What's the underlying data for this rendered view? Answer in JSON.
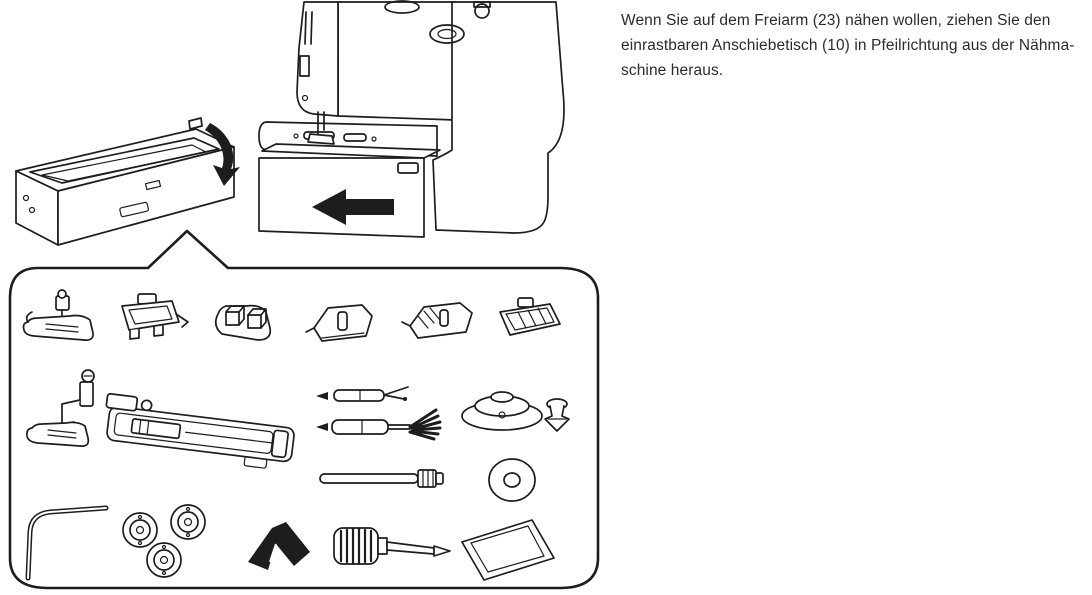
{
  "colors": {
    "background": "#ffffff",
    "line_art": "#1d1d1d",
    "text": "#2b2b2b"
  },
  "instruction": {
    "full_text": "Wenn Sie auf dem Freiarm (23) nähen wollen, ziehen Sie den einrastbaren Anschiebetisch (10) in Pfeilrichtung aus der Nähmaschine heraus.",
    "lines": [
      "Wenn Sie auf dem Freiarm (23) nähen wollen, ziehen Sie den",
      "einrastbaren Anschiebetisch (10) in Pfeilrichtung aus der Nähma-",
      "schine heraus."
    ]
  },
  "illustration": {
    "subject": "sewing-machine-with-removable-extension-table",
    "callout": "accessory-set-stored-in-extension-table",
    "accessory_icons": [
      "zigzag-presser-foot-icon",
      "clear-snap-foot-icon",
      "button-sewing-foot-icon",
      "satin-stitch-foot-icon",
      "overcast-foot-icon",
      "hemmer-foot-icon",
      "darning-foot-icon",
      "buttonhole-slide-foot-icon",
      "seam-ripper-icon",
      "seam-ripper-with-brush-icon",
      "spool-cap-icon",
      "screw-pin-icon",
      "edge-guide-rod-icon",
      "felt-washer-icon",
      "quilting-guide-wire-icon",
      "bobbins-icon",
      "button-shank-plate-icon",
      "screwdriver-icon",
      "needle-pack-icon"
    ]
  }
}
